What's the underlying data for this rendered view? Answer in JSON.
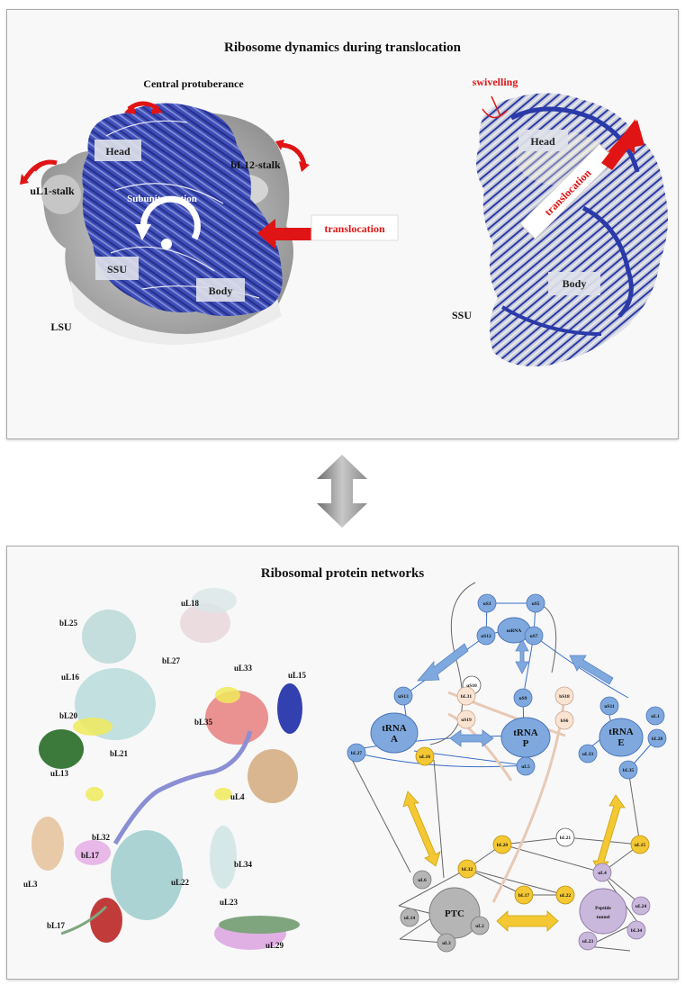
{
  "top_panel": {
    "title": "Ribosome dynamics during translocation",
    "labels": {
      "central_protuberance": "Central protuberance",
      "head": "Head",
      "bl12_stalk": "bL12-stalk",
      "ul1_stalk": "uL1-stalk",
      "subunit_rotation": "Subunit rotation",
      "ssu": "SSU",
      "body": "Body",
      "lsu": "LSU",
      "translocation": "translocation"
    },
    "right_labels": {
      "swivelling": "swivelling",
      "head": "Head",
      "translocation": "translocation",
      "body": "Body",
      "ssu": "SSU"
    }
  },
  "bottom_panel": {
    "title": "Ribosomal protein networks",
    "structure_labels": {
      "bL25": "bL25",
      "uL18": "uL18",
      "bL27": "bL27",
      "uL33": "uL33",
      "uL16": "uL16",
      "uL15": "uL15",
      "bL20": "bL20",
      "bL35": "bL35",
      "bL21": "bL21",
      "uL13": "uL13",
      "uL4": "uL4",
      "bL32": "bL32",
      "bL17a": "bL17",
      "uL22": "uL22",
      "bL34": "bL34",
      "uL3": "uL3",
      "uL23": "uL23",
      "bL17b": "bL17",
      "uL29": "uL29"
    },
    "network": {
      "mrna": "mRNA",
      "trna_a": [
        "tRNA",
        "A"
      ],
      "trna_p": [
        "tRNA",
        "P"
      ],
      "trna_e": [
        "tRNA",
        "E"
      ],
      "ptc": "PTC",
      "peptide_tunnel": [
        "Peptide",
        "tunnel"
      ],
      "nodes": {
        "uS3": "uS3",
        "uS5": "uS5",
        "uS12": "uS12",
        "uS7": "uS7",
        "uS10": "uS10",
        "uS9": "uS9",
        "uS13": "uS13",
        "bL31": "bL31",
        "uS19": "uS19",
        "bS18": "bS18",
        "bS6": "bS6",
        "uS11": "uS11",
        "uL1": "uL1",
        "bL28": "bL28",
        "bL27": "bL27",
        "uL16": "uL16",
        "uL5": "uL5",
        "uL33": "uL33",
        "bL35": "bL35",
        "bL20": "bL20",
        "bL21": "bL21",
        "uL15": "uL15",
        "bL32": "bL32",
        "uL6": "uL6",
        "bL17": "bL17",
        "uL22": "uL22",
        "uL4": "uL4",
        "uL24": "uL24",
        "uL14": "uL14",
        "uL2": "uL2",
        "uL3": "uL3",
        "uL23": "uL23",
        "bL34": "bL34"
      }
    }
  },
  "colors": {
    "red": "#e01414",
    "blue_node": "#7fa9de",
    "yellow_node": "#f4c832",
    "peach_node": "#fbe3d2",
    "gray_node": "#b5b5b5",
    "purple_node": "#c9b8db",
    "ribosome_blue": "#2a3aa8"
  }
}
